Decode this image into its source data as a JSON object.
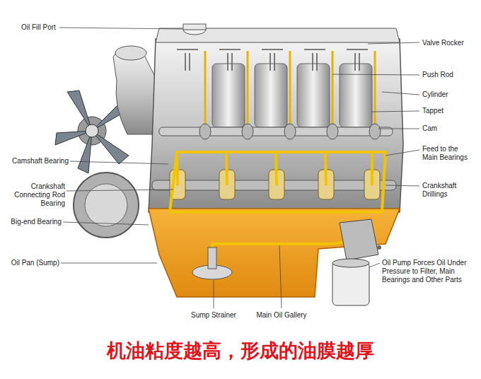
{
  "diagram": {
    "caption": "机油粘度越高，形成的油膜越厚",
    "labels": [
      "Oil Fill Port",
      "Valve Rocker",
      "Push Rod",
      "Cylinder",
      "Tappet",
      "Cam",
      "Feed to the Main Bearings",
      "Crankshaft Drillings",
      "Camshaft Bearing",
      "Crankshaft Connecting Rod Bearing",
      "Big-end Bearing",
      "Oil Pan (Sump)",
      "Sump Strainer",
      "Main Oil Gallery",
      "Oil Pump Forces Oil Under Pressure to Filter, Main Bearings and Other Parts"
    ]
  }
}
